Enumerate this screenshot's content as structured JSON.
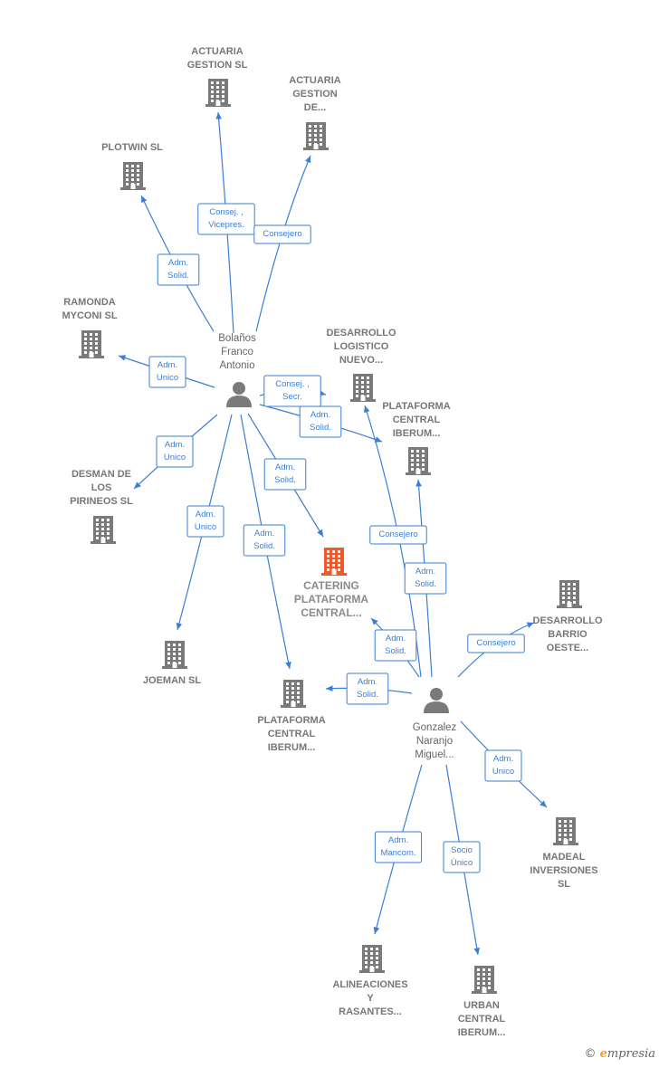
{
  "colors": {
    "edge": "#3a7fd5",
    "building": "#7a7a7a",
    "main_building": "#f05a2a",
    "person": "#7a7a7a"
  },
  "nodes": [
    {
      "id": "actuaria1",
      "type": "company",
      "lines": [
        "ACTUARIA",
        "GESTION  SL"
      ]
    },
    {
      "id": "actuaria2",
      "type": "company",
      "lines": [
        "ACTUARIA",
        "GESTION",
        "DE..."
      ]
    },
    {
      "id": "plotwin",
      "type": "company",
      "lines": [
        "PLOTWIN  SL"
      ]
    },
    {
      "id": "ramonda",
      "type": "company",
      "lines": [
        "RAMONDA",
        "MYCONI SL"
      ]
    },
    {
      "id": "bolanos",
      "type": "person",
      "lines": [
        "Bolaños",
        "Franco",
        "Antonio"
      ]
    },
    {
      "id": "desarrollo_log",
      "type": "company",
      "lines": [
        "DESARROLLO",
        "LOGISTICO",
        "NUEVO..."
      ]
    },
    {
      "id": "plataforma1",
      "type": "company",
      "lines": [
        "PLATAFORMA",
        "CENTRAL",
        "IBERUM..."
      ]
    },
    {
      "id": "desman",
      "type": "company",
      "lines": [
        "DESMAN DE",
        "LOS",
        "PIRINEOS SL"
      ]
    },
    {
      "id": "catering",
      "type": "main",
      "lines": [
        "CATERING",
        "PLATAFORMA",
        "CENTRAL..."
      ]
    },
    {
      "id": "desarrollo_barrio",
      "type": "company",
      "lines": [
        "DESARROLLO",
        "BARRIO",
        "OESTE..."
      ]
    },
    {
      "id": "joeman",
      "type": "company",
      "lines": [
        "JOEMAN SL"
      ]
    },
    {
      "id": "plataforma2",
      "type": "company",
      "lines": [
        "PLATAFORMA",
        "CENTRAL",
        "IBERUM..."
      ]
    },
    {
      "id": "gonzalez",
      "type": "person",
      "lines": [
        "Gonzalez",
        "Naranjo",
        "Miguel..."
      ]
    },
    {
      "id": "madeal",
      "type": "company",
      "lines": [
        "MADEAL",
        "INVERSIONES",
        "SL"
      ]
    },
    {
      "id": "alineaciones",
      "type": "company",
      "lines": [
        "ALINEACIONES",
        "Y",
        "RASANTES..."
      ]
    },
    {
      "id": "urban",
      "type": "company",
      "lines": [
        "URBAN",
        "CENTRAL",
        "IBERUM..."
      ]
    }
  ],
  "edges": [
    {
      "from": "bolanos",
      "to": "actuaria1",
      "label": [
        "Consej. ,",
        "Vicepres."
      ]
    },
    {
      "from": "bolanos",
      "to": "actuaria2",
      "label": [
        "Consejero"
      ]
    },
    {
      "from": "bolanos",
      "to": "plotwin",
      "label": [
        "Adm.",
        "Solid."
      ]
    },
    {
      "from": "bolanos",
      "to": "ramonda",
      "label": [
        "Adm.",
        "Unico"
      ]
    },
    {
      "from": "bolanos",
      "to": "desarrollo_log",
      "label": [
        "Consej. ,",
        "Secr."
      ]
    },
    {
      "from": "bolanos",
      "to": "plataforma1",
      "label": [
        "Adm.",
        "Solid."
      ]
    },
    {
      "from": "bolanos",
      "to": "desman",
      "label": [
        "Adm.",
        "Unico"
      ]
    },
    {
      "from": "bolanos",
      "to": "catering",
      "label": [
        "Adm.",
        "Solid."
      ]
    },
    {
      "from": "bolanos",
      "to": "joeman",
      "label": [
        "Adm.",
        "Unico"
      ]
    },
    {
      "from": "bolanos",
      "to": "plataforma2",
      "label": [
        "Adm.",
        "Solid."
      ]
    },
    {
      "from": "gonzalez",
      "to": "desarrollo_log",
      "label": [
        "Consejero"
      ]
    },
    {
      "from": "gonzalez",
      "to": "plataforma1",
      "label": [
        "Adm.",
        "Solid."
      ]
    },
    {
      "from": "gonzalez",
      "to": "desarrollo_barrio",
      "label": [
        "Consejero"
      ]
    },
    {
      "from": "gonzalez",
      "to": "catering",
      "label": [
        "Adm.",
        "Solid."
      ]
    },
    {
      "from": "gonzalez",
      "to": "plataforma2",
      "label": [
        "Adm.",
        "Solid."
      ]
    },
    {
      "from": "gonzalez",
      "to": "madeal",
      "label": [
        "Adm.",
        "Unico"
      ]
    },
    {
      "from": "gonzalez",
      "to": "alineaciones",
      "label": [
        "Adm.",
        "Mancom."
      ]
    },
    {
      "from": "gonzalez",
      "to": "urban",
      "label": [
        "Socio",
        "Único"
      ]
    }
  ],
  "logo": {
    "symbol": "©",
    "brand_initial": "e",
    "brand_rest": "mpresia"
  }
}
